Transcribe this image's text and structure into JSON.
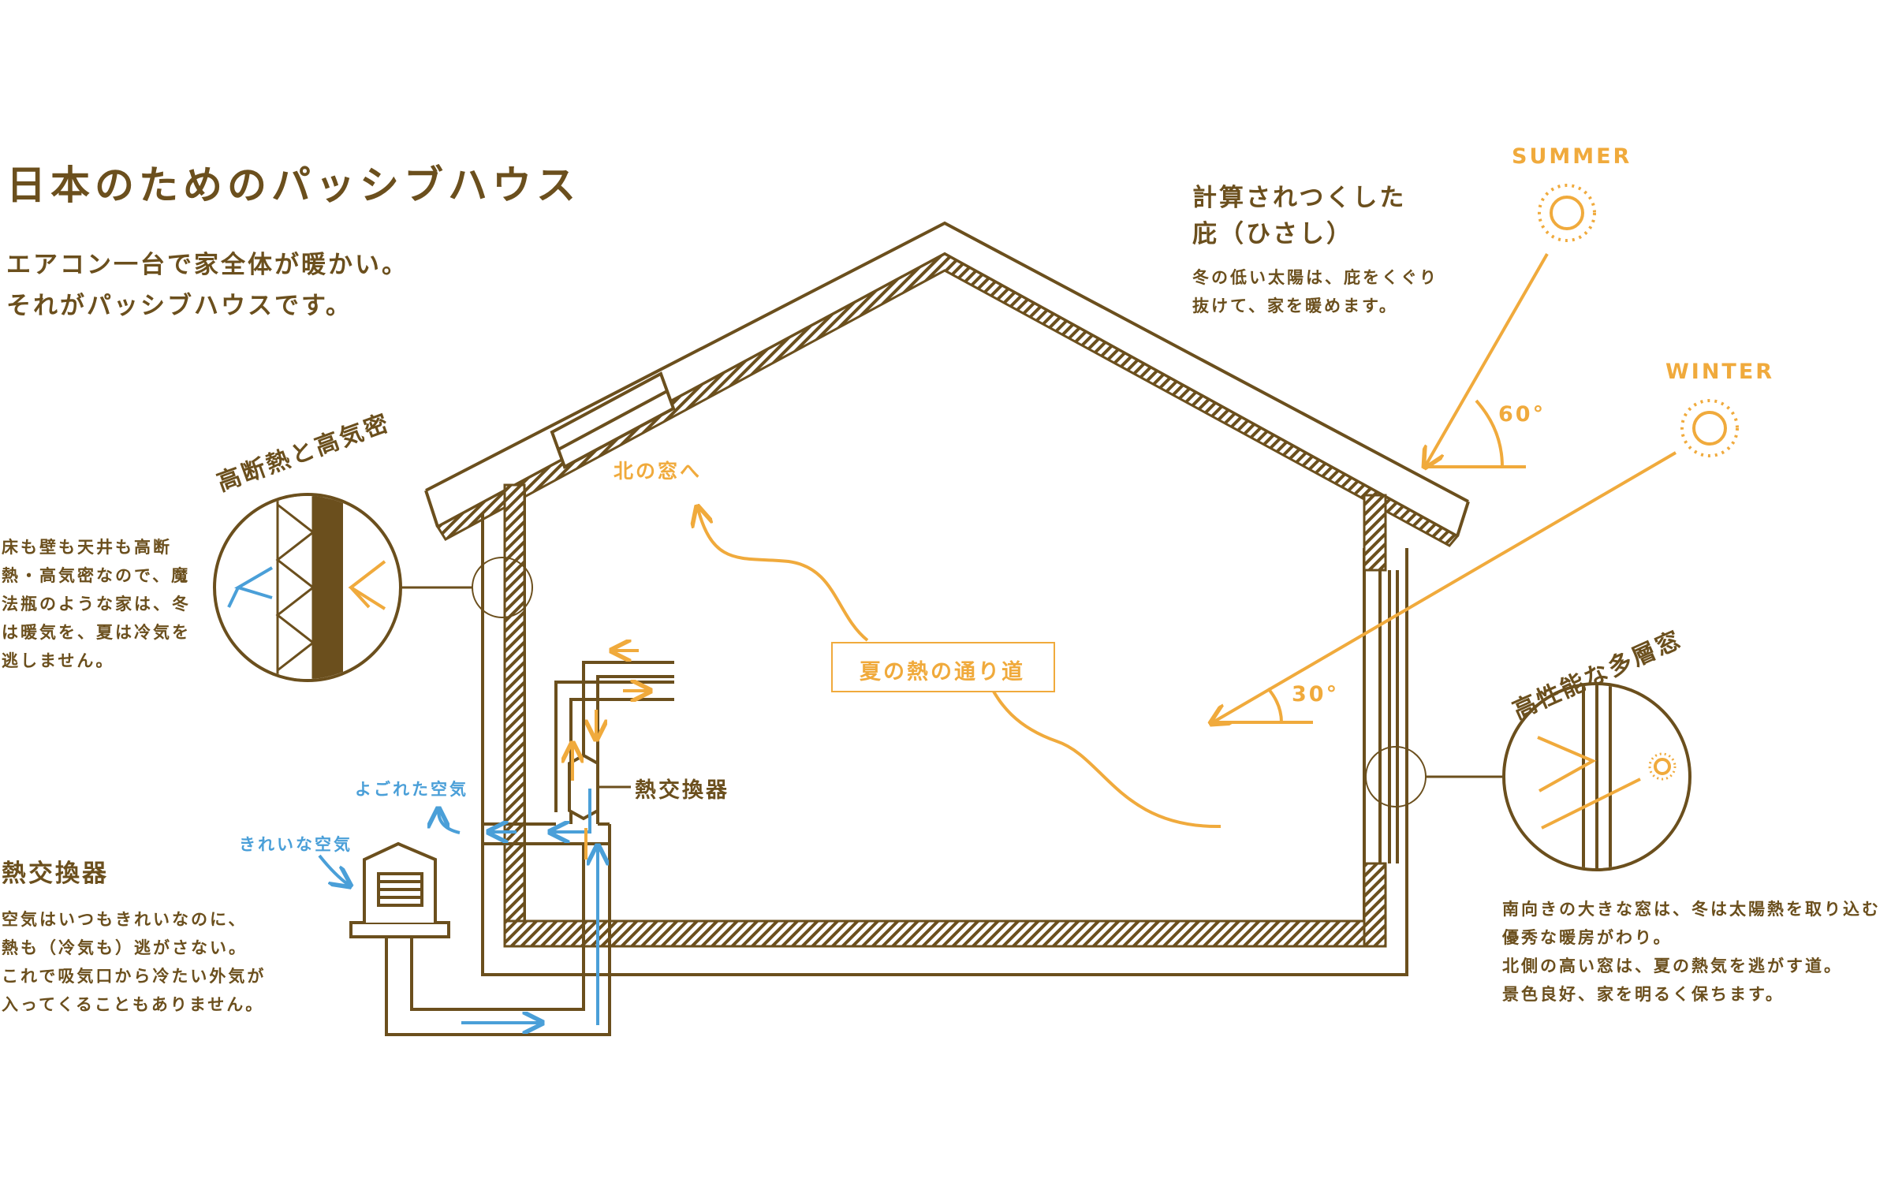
{
  "header": {
    "title": "日本のためのパッシブハウス",
    "lead": [
      "エアコン一台で家全体が暖かい。",
      "それがパッシブハウスです。"
    ]
  },
  "eaves": {
    "title": [
      "計算されつくした",
      "庇（ひさし）"
    ],
    "body": [
      "冬の低い太陽は、庇をくぐり",
      "抜けて、家を暖めます。"
    ],
    "summer_label": "SUMMER",
    "summer_angle": "60°",
    "winter_label": "WINTER",
    "winter_angle": "30°"
  },
  "insulation": {
    "title": "高断熱と高気密",
    "body": [
      "床も壁も天井も高断",
      "熱・高気密なので、魔",
      "法瓶のような家は、冬",
      "は暖気を、夏は冷気を",
      "逃しません。"
    ]
  },
  "window": {
    "title": "高性能な多層窓",
    "body": [
      "南向きの大きな窓は、冬は太陽熱を取り込む",
      "優秀な暖房がわり。",
      "北側の高い窓は、夏の熱気を逃がす道。",
      "景色良好、家を明るく保ちます。"
    ]
  },
  "exchanger": {
    "title": "熱交換器",
    "body": [
      "空気はいつもきれいなのに、",
      "熱も（冷気も）逃がさない。",
      "これで吸気口から冷たい外気が",
      "入ってくることもありません。"
    ],
    "unit_label": "熱交換器",
    "dirty_air": "よごれた空気",
    "clean_air": "きれいな空気"
  },
  "airflow": {
    "north_window": "北の窓へ",
    "summer_path": "夏の熱の通り道"
  },
  "colors": {
    "brown": "#6b4f1d",
    "orange": "#f0aa3c",
    "blue": "#4a9fd8"
  }
}
